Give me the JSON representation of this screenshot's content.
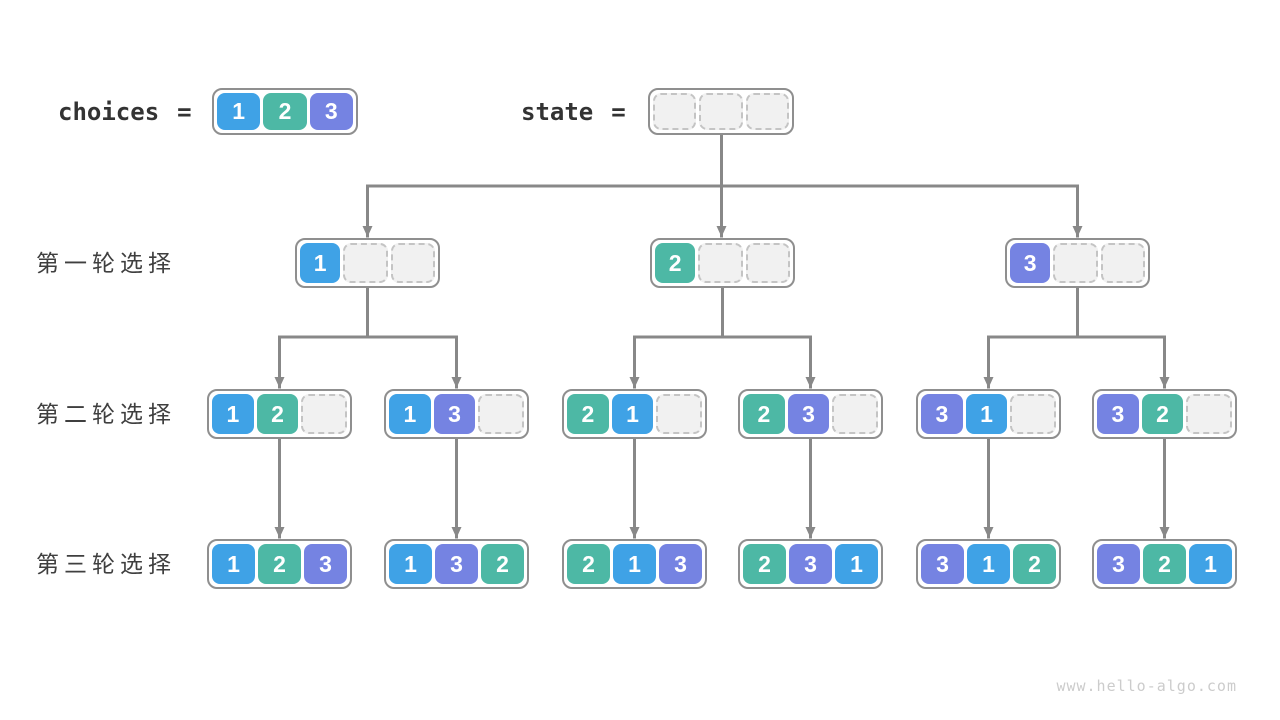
{
  "colors": {
    "blue": "#3FA2E6",
    "teal": "#4DB8A5",
    "purple": "#7583E2",
    "line": "#888888"
  },
  "value_color_map": {
    "1": "blue",
    "2": "teal",
    "3": "purple"
  },
  "header": {
    "choices_label": "choices",
    "choices_equals": "=",
    "choices_cells": [
      "1",
      "2",
      "3"
    ],
    "state_label": "state",
    "state_equals": "=",
    "state_cells": [
      "",
      "",
      ""
    ]
  },
  "rows": [
    {
      "label": "第一轮选择",
      "nodes": [
        [
          "1",
          "",
          ""
        ],
        [
          "2",
          "",
          ""
        ],
        [
          "3",
          "",
          ""
        ]
      ]
    },
    {
      "label": "第二轮选择",
      "nodes": [
        [
          "1",
          "2",
          ""
        ],
        [
          "1",
          "3",
          ""
        ],
        [
          "2",
          "1",
          ""
        ],
        [
          "2",
          "3",
          ""
        ],
        [
          "3",
          "1",
          ""
        ],
        [
          "3",
          "2",
          ""
        ]
      ]
    },
    {
      "label": "第三轮选择",
      "nodes": [
        [
          "1",
          "2",
          "3"
        ],
        [
          "1",
          "3",
          "2"
        ],
        [
          "2",
          "1",
          "3"
        ],
        [
          "2",
          "3",
          "1"
        ],
        [
          "3",
          "1",
          "2"
        ],
        [
          "3",
          "2",
          "1"
        ]
      ]
    }
  ],
  "watermark": "www.hello-algo.com"
}
